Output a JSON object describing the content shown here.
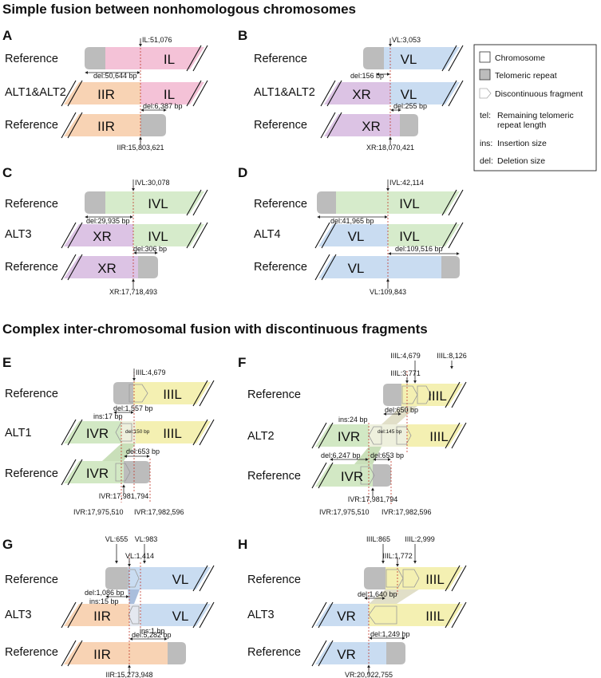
{
  "sections": {
    "simple": "Simple fusion between nonhomologous chromosomes",
    "complex": "Complex inter-chromosomal fusion with discontinuous fragments"
  },
  "colors": {
    "IL": "#f4c2d7",
    "IIR": "#f8d3b4",
    "VL": "#c9dcf1",
    "XR": "#dcc3e4",
    "IVL": "#d6ebcb",
    "IVR": "#d2e8c4",
    "IIIL": "#f4f0b2",
    "telomere": "#bcbcbc",
    "dashed_line": "#c0392b"
  },
  "legend": {
    "items": [
      {
        "icon": "white-box",
        "label": "Chromosome"
      },
      {
        "icon": "gray-box",
        "label": "Telomeric repeat"
      },
      {
        "icon": "arrow-box",
        "label": "Discontinuous fragment"
      }
    ],
    "notes": [
      {
        "key": "tel:",
        "line1": "Remaining telomeric",
        "line2": "repeat length"
      },
      {
        "key": "ins:",
        "line1": "Insertion size",
        "line2": ""
      },
      {
        "key": "del:",
        "line1": "Deletion size",
        "line2": ""
      }
    ]
  },
  "panels": {
    "A": {
      "letter": "A",
      "rows": [
        "Reference",
        "ALT1&ALT2",
        "Reference"
      ],
      "chr": {
        "top": "IL",
        "midL": "IIR",
        "midR": "IL",
        "bot": "IIR"
      },
      "labels": {
        "top": "IL:51,076",
        "del1": "del:50,644 bp",
        "del2": "del:6,387 bp",
        "bot": "IIR:15,803,621"
      }
    },
    "B": {
      "letter": "B",
      "rows": [
        "Reference",
        "ALT1&ALT2",
        "Reference"
      ],
      "chr": {
        "top": "VL",
        "midL": "XR",
        "midR": "VL",
        "bot": "XR"
      },
      "labels": {
        "top": "VL:3,053",
        "del1": "del:156 bp",
        "del2": "del:255 bp",
        "bot": "XR:18,070,421"
      }
    },
    "C": {
      "letter": "C",
      "rows": [
        "Reference",
        "ALT3",
        "Reference"
      ],
      "chr": {
        "top": "IVL",
        "midL": "XR",
        "midR": "IVL",
        "bot": "XR"
      },
      "labels": {
        "top": "IVL:30,078",
        "del1": "del:29,935 bp",
        "del2": "del:306 bp",
        "bot": "XR:17,718,493"
      }
    },
    "D": {
      "letter": "D",
      "rows": [
        "Reference",
        "ALT4",
        "Reference"
      ],
      "chr": {
        "top": "IVL",
        "midL": "VL",
        "midR": "IVL",
        "bot": "VL"
      },
      "labels": {
        "top": "IVL:42,114",
        "del1": "del:41,965 bp",
        "del2": "del:109,516 bp",
        "bot": "VL:109,843"
      }
    },
    "E": {
      "letter": "E",
      "rows": [
        "Reference",
        "ALT1",
        "Reference"
      ],
      "chr": {
        "top": "IIIL",
        "midL": "IVR",
        "midR": "IIIL",
        "bot": "IVR"
      },
      "labels": {
        "t1": "IIIL:4,679",
        "del1": "del:1,557 bp",
        "ins": "ins:17 bp",
        "delmid": "del:150 bp",
        "del2": "del:653 bp",
        "b1": "IVR:17,981,794",
        "b2": "IVR:17,975,510",
        "b3": "IVR:17,982,596"
      }
    },
    "F": {
      "letter": "F",
      "rows": [
        "Reference",
        "ALT2",
        "Reference"
      ],
      "chr": {
        "top": "IIIL",
        "midL": "IVR",
        "midR": "IIIL",
        "bot": "IVR"
      },
      "labels": {
        "t1": "IIIL:4,679",
        "t2": "IIIL:8,126",
        "t3": "IIIL:3,771",
        "del1": "del:650 bp",
        "ins": "ins:24 bp",
        "delmid": "del:145 bp",
        "del3": "del:6,247 bp",
        "del2": "del:653 bp",
        "b1": "IVR:17,981,794",
        "b2": "IVR:17,975,510",
        "b3": "IVR:17,982,596"
      }
    },
    "G": {
      "letter": "G",
      "rows": [
        "Reference",
        "ALT3",
        "Reference"
      ],
      "chr": {
        "top": "VL",
        "midL": "IIR",
        "midR": "VL",
        "bot": "IIR"
      },
      "labels": {
        "t1": "VL:655",
        "t2": "VL:983",
        "t3": "VL:1,414",
        "del1": "del:1,086 bp",
        "ins": "ins:15 bp",
        "ins2": "ins:1 bp",
        "del2": "del:5,282 bp",
        "bot": "IIR:15,273,948"
      }
    },
    "H": {
      "letter": "H",
      "rows": [
        "Reference",
        "ALT3",
        "Reference"
      ],
      "chr": {
        "top": "IIIL",
        "midL": "VR",
        "midR": "IIIL",
        "bot": "VR"
      },
      "labels": {
        "t1": "IIIL:865",
        "t2": "IIIL:2,999",
        "t3": "IIIL:1,772",
        "del1": "del:1,640 bp",
        "del2": "del:1,249 bp",
        "bot": "VR:20,922,755"
      }
    }
  }
}
